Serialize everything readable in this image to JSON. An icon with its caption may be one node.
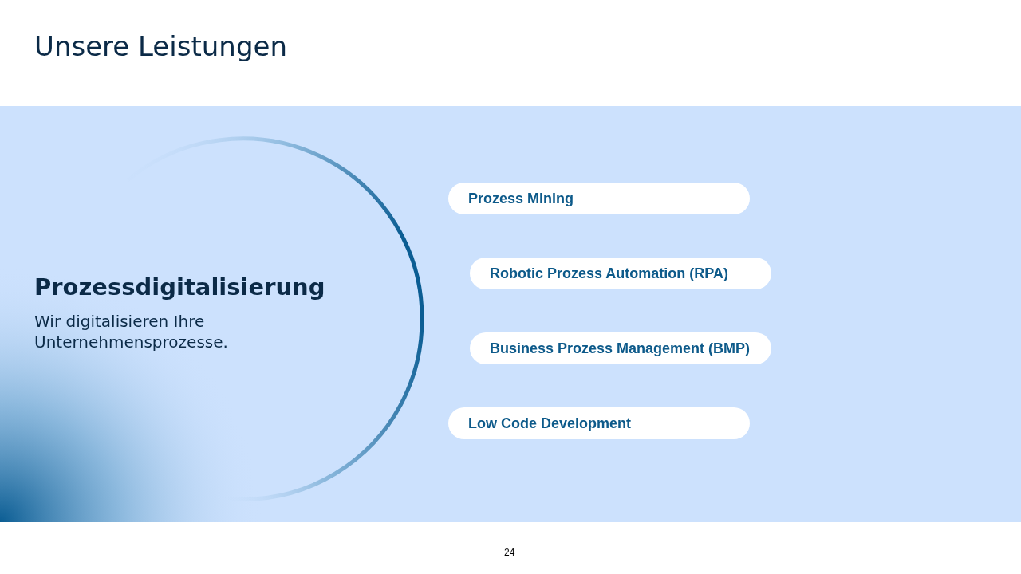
{
  "diagram": {
    "title": "Unsere Leistungen",
    "nodes": [
      {
        "text": [
          "Prozess Mining"
        ]
      },
      {
        "text": [
          "Robotic Prozess Automation (RPA)"
        ]
      },
      {
        "text": [
          "Business Prozess Management (BMP)"
        ]
      },
      {
        "text": [
          "Low Code Development"
        ]
      }
    ],
    "labels": [
      "Prozessdigitalisierung",
      "Wir digitalisieren Ihre Unternehmensprozesse.",
      "24"
    ]
  }
}
